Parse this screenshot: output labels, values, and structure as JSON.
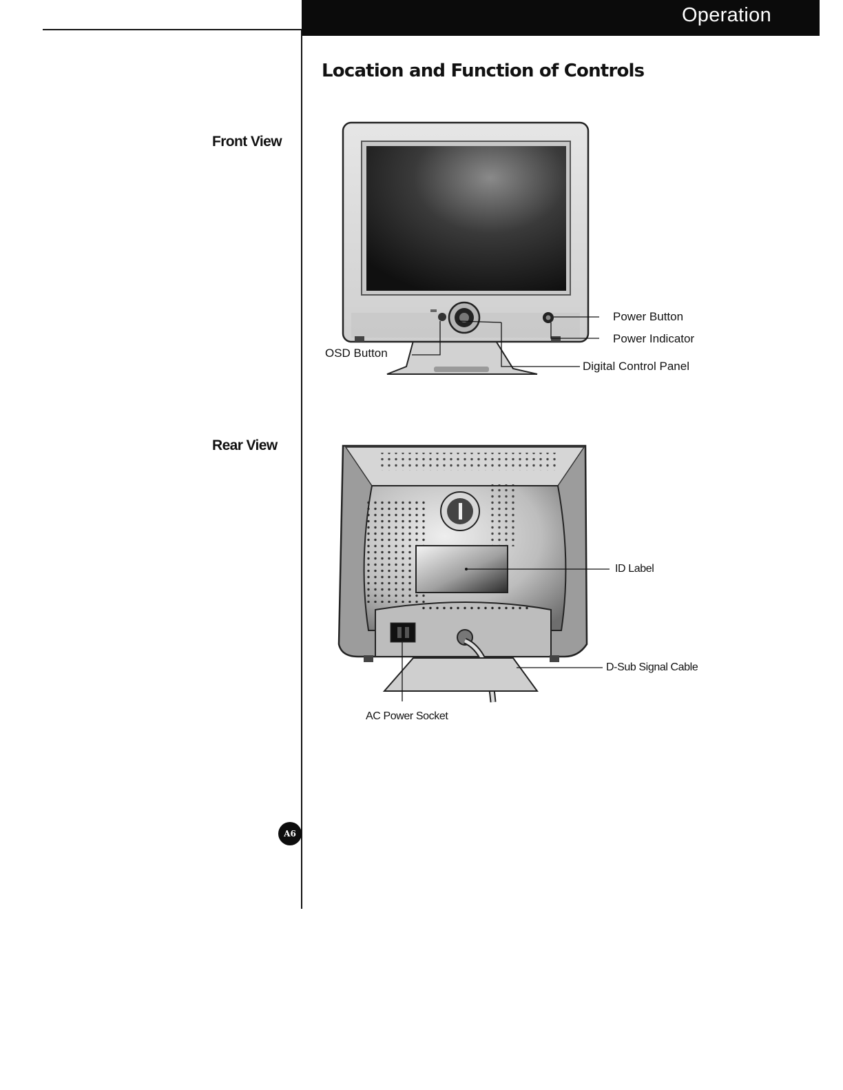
{
  "header": {
    "section": "Operation"
  },
  "page": {
    "title": "Location and Function of Controls",
    "number": "A6"
  },
  "front_view": {
    "label": "Front View",
    "callouts": {
      "power_button": "Power Button",
      "power_indicator": "Power Indicator",
      "osd_button": "OSD Button",
      "digital_control_panel": "Digital Control Panel"
    }
  },
  "rear_view": {
    "label": "Rear View",
    "callouts": {
      "id_label": "ID Label",
      "dsub_cable": "D-Sub Signal Cable",
      "ac_power_socket": "AC Power Socket"
    }
  }
}
